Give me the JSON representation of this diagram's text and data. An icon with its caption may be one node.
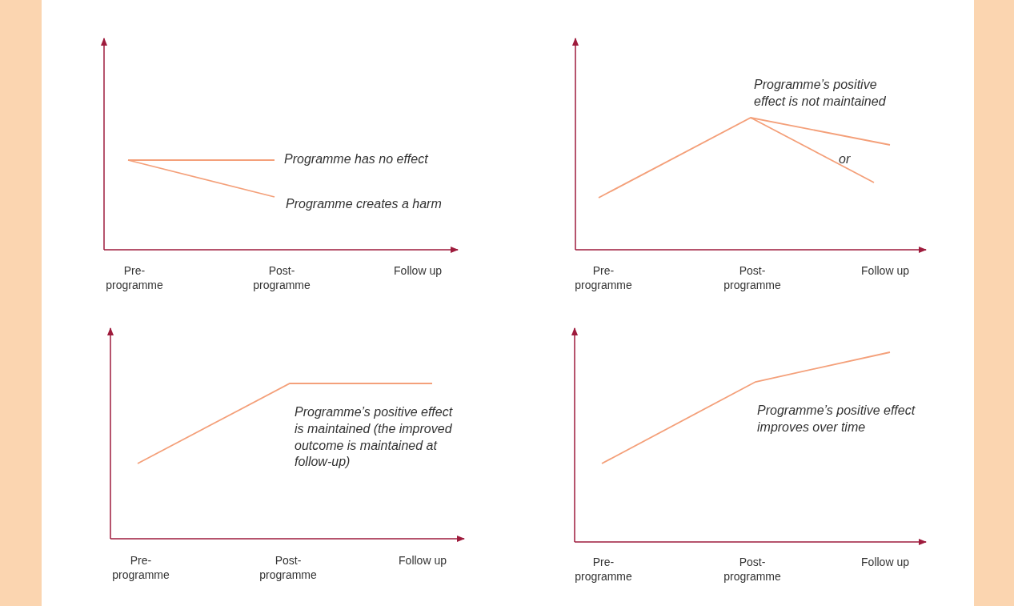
{
  "diagram": {
    "nodes": [
      {
        "text": [],
        "shape": "bar"
      },
      {
        "text": [],
        "shape": "bar"
      }
    ],
    "labels": [
      "Programme has no effect",
      "Programme creates a harm",
      "Pre- programme",
      "Post- programme",
      "Follow up",
      "Programme’s positive effect is not maintained",
      "or",
      "Pre- programme",
      "Post- programme",
      "Follow up",
      "Programme’s positive effect is maintained (the improved outcome is maintained at follow-up)",
      "Pre- programme",
      "Post- programme",
      "Follow up",
      "Programme’s positive effect improves over time",
      "Pre- programme",
      "Post- programme",
      "Follow up"
    ]
  }
}
